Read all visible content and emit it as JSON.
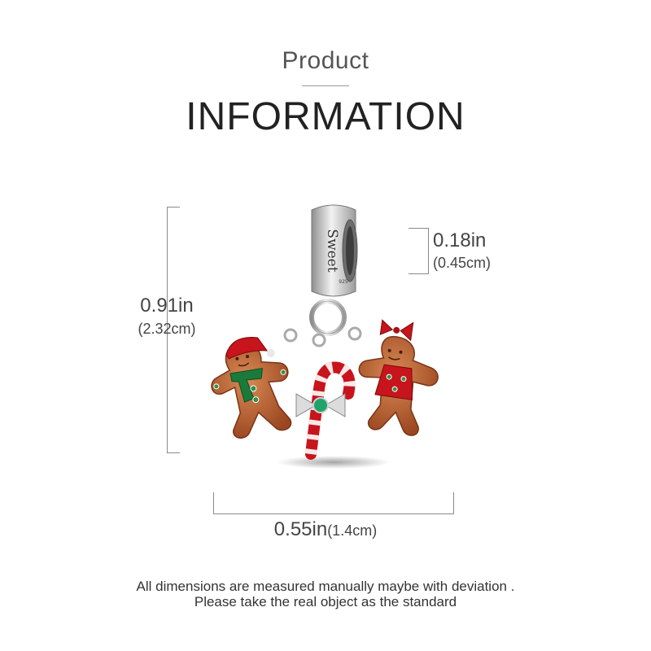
{
  "header": {
    "subtitle": "Product",
    "title": "INFORMATION"
  },
  "dimensions": {
    "height": {
      "imperial": "0.91in",
      "metric": "(2.32cm)"
    },
    "bail": {
      "imperial": "0.18in",
      "metric": "(0.45cm)"
    },
    "width": {
      "imperial": "0.55in",
      "metric": "(1.4cm)"
    }
  },
  "product": {
    "bail_engraving": "Sweet",
    "bail_hallmark": "925"
  },
  "footer": {
    "line1": "All dimensions are measured manually maybe with deviation .",
    "line2": "Please take the real object as the standard"
  },
  "colors": {
    "gingerbread": "#b25a2c",
    "enamel_red": "#c8141c",
    "enamel_green": "#1a7a3a",
    "silver": "#c8c8c8",
    "gem": "#1fa36a"
  }
}
